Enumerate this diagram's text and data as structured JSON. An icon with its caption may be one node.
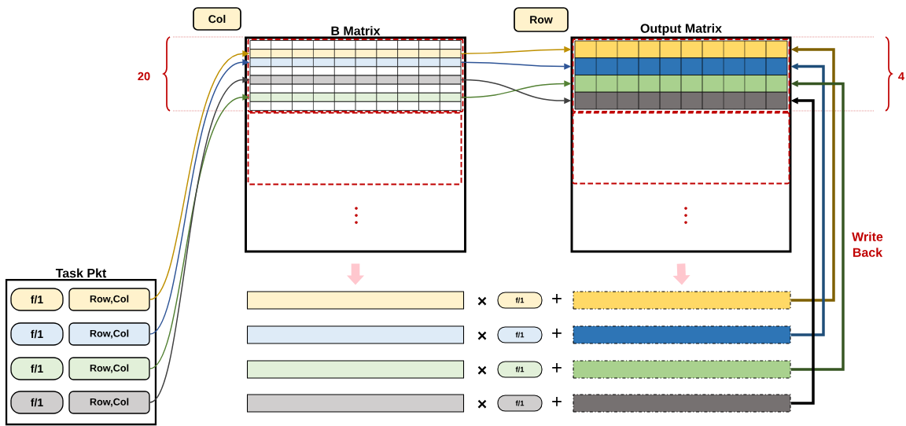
{
  "diagram": {
    "nodes": [
      {
        "text": [
          "Col"
        ]
      },
      {
        "text": [
          "Row"
        ]
      },
      {
        "text": [
          "B Matrix"
        ]
      },
      {
        "text": [],
        "shape": "box",
        "in": 2
      },
      {
        "text": [],
        "shape": "box",
        "in": 2
      },
      {
        "text": [],
        "shape": "bar",
        "in": 3
      },
      {
        "text": [],
        "shape": "bar",
        "in": 3
      },
      {
        "text": [],
        "shape": "bar",
        "in": 3
      },
      {
        "text": [],
        "shape": "bar",
        "in": 3
      },
      {
        "text": [],
        "shape": "bar",
        "in": 3
      },
      {
        "text": [],
        "shape": "bar",
        "in": 3
      },
      {
        "text": [],
        "shape": "bar",
        "in": 3
      },
      {
        "text": [],
        "shape": "bar",
        "in": 3
      },
      {
        "text": [
          "Output Matrix"
        ]
      },
      {
        "text": [],
        "shape": "box",
        "in": 13
      },
      {
        "text": [],
        "shape": "box",
        "in": 13
      },
      {
        "text": [],
        "shape": "bar",
        "in": 14
      },
      {
        "text": [],
        "shape": "bar",
        "in": 14
      },
      {
        "text": [],
        "shape": "bar",
        "in": 14
      },
      {
        "text": [],
        "shape": "bar",
        "in": 14
      },
      {
        "text": [
          "Task Pkt"
        ]
      },
      {
        "text": [
          "f/1"
        ],
        "in": 20
      },
      {
        "text": [
          "Row,Col"
        ],
        "in": 20
      },
      {
        "text": [
          "f/1"
        ],
        "in": 20
      },
      {
        "text": [
          "Row,Col"
        ],
        "in": 20
      },
      {
        "text": [
          "f/1"
        ],
        "in": 20
      },
      {
        "text": [
          "Row,Col"
        ],
        "in": 20
      },
      {
        "text": [
          "f/1"
        ],
        "in": 20
      },
      {
        "text": [
          "Row,Col"
        ],
        "in": 20
      },
      {
        "text": [],
        "shape": "bar"
      },
      {
        "text": [
          "f/1"
        ]
      },
      {
        "text": [],
        "shape": "bar"
      },
      {
        "text": [],
        "shape": "bar"
      },
      {
        "text": [
          "f/1"
        ]
      },
      {
        "text": [],
        "shape": "bar"
      },
      {
        "text": [],
        "shape": "bar"
      },
      {
        "text": [
          "f/1"
        ]
      },
      {
        "text": [],
        "shape": "bar"
      },
      {
        "text": [],
        "shape": "bar"
      },
      {
        "text": [
          "f/1"
        ]
      },
      {
        "text": [],
        "shape": "bar"
      }
    ],
    "edges": [
      {
        "from": 22,
        "to": 6,
        "arrow": "to",
        "color": "#bf9000"
      },
      {
        "from": 24,
        "to": 7,
        "arrow": "to",
        "color": "#2f5597"
      },
      {
        "from": 26,
        "to": 11,
        "arrow": "to",
        "color": "#548235"
      },
      {
        "from": 28,
        "to": 9,
        "arrow": "to",
        "color": "#404040"
      },
      {
        "from": 6,
        "to": 16,
        "arrow": "to",
        "color": "#bf9000"
      },
      {
        "from": 7,
        "to": 17,
        "arrow": "to",
        "color": "#2f5597"
      },
      {
        "from": 9,
        "to": 19,
        "arrow": "to",
        "color": "#404040"
      },
      {
        "from": 11,
        "to": 18,
        "arrow": "to",
        "color": "#548235"
      },
      {
        "from": 31,
        "to": 16,
        "arrow": "to",
        "style": "thick",
        "color": "#7f6000"
      },
      {
        "from": 34,
        "to": 17,
        "arrow": "to",
        "style": "thick",
        "color": "#1f4e79"
      },
      {
        "from": 37,
        "to": 18,
        "arrow": "to",
        "style": "thick",
        "color": "#375623"
      },
      {
        "from": 40,
        "to": 19,
        "arrow": "to",
        "style": "thick",
        "color": "#000000"
      },
      {
        "from": 2,
        "to": 29,
        "arrow": "to",
        "style": "thick",
        "color": "#ffc7ce"
      },
      {
        "from": 13,
        "to": 31,
        "arrow": "to",
        "style": "thick",
        "color": "#ffc7ce"
      }
    ],
    "labels": [
      "20",
      "4",
      "Write Back",
      "×",
      "+",
      "×",
      "+",
      "×",
      "+",
      "×",
      "+"
    ]
  }
}
